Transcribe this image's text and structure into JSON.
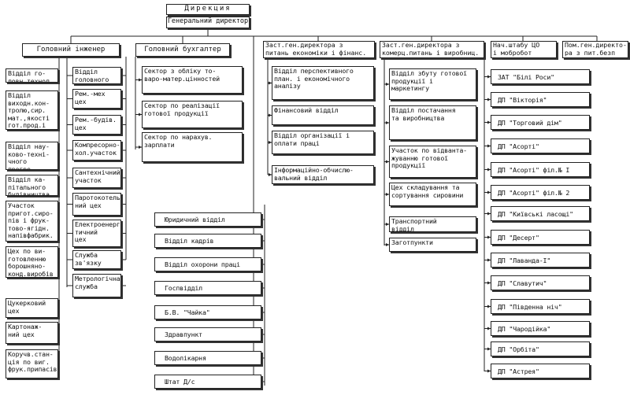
{
  "title": "Дирекция",
  "general_director": "Генеральний директор",
  "heads": {
    "chief_engineer": "Головний інженер",
    "chief_accountant": "Головний бухгалтер",
    "deputy_econ": "Заст.ген.директора з\nпитань економіки і фінанс.",
    "deputy_commerce": "Заст.ген.директора з\nкомерц.питань і виробниц.",
    "chief_staff": "Нач.штабу ЦО\nі мобробот",
    "assistant": "Пом.ген.директо-\nра з пит.безп"
  },
  "engineer_left": [
    "Відділ го-\nловн.технол.",
    "Відділ\nвиходн.кон-\nтролю,сир.\nмат.,якості\nгот.прод.і\nдозиметр.",
    "Відділ нау-\nково-техні-\nчного прогре-\nсу",
    "Відділ ка-\nпітального\nбудівництва",
    "Участок\nпригот.сиро-\nпів і фрук-\nтово-ягідн.\nнапівфабрик.\nатів",
    "Цех по ви-\nготовленню\nборошняно-\nконд.виробів",
    "Цукерковий\nцех",
    "Картонаж-\nний цех",
    "Коручв.стан-\nція по виг.\nфрук.припасів"
  ],
  "engineer_right": [
    "Відділ головного\nмеханіка",
    "Рем.-мех\nцех",
    "Рем.-будів.\nцех",
    "Компресорно-\nхол.участок",
    "Сантехнічний\nучасток",
    "Паротокотель-\nний цех",
    "Електроенерге-\nтичний\nцех",
    "Служба\nзв'язку",
    "Метрологічна\nслужба"
  ],
  "accountant_sectors": [
    "Сектор з обліку то-\nваро-матер.цінностей",
    "Сектор по реалізації\nготової продукції",
    "Сектор по нарахув.\nзарплати"
  ],
  "general_units": [
    "Юридичний відділ",
    "Відділ кадрів",
    "Відділ охорони праці",
    "Госпвідділ",
    "Б.В. \"Чайка\"",
    "Здравпункт",
    "Водолікарня",
    "Штат Д/с"
  ],
  "econ_units": [
    "Відділ перспективного\nплан. і економічного\nаналізу",
    "Фінансовий відділ",
    "Відділ організації і\nоплати праці",
    "Інформаційно-обчислю-\nвальний відділ"
  ],
  "commerce_units": [
    "Відділ збуту готової\nпродукції і маркетингу",
    "Відділ постачання\nта виробництва",
    "Участок по відванта-\nжуванню готової\nпродукції",
    "Цех складування та\nсортування сировини",
    "Транспортний\nвідділ",
    "Заготпункти"
  ],
  "subsidiaries": [
    "ЗАТ \"Білі Роси\"",
    "ДП \"Вікторія\"",
    "ДП \"Торговий дім\"",
    "ДП \"Асорті\"",
    "ДП \"Асорті\" філ.№ І",
    "ДП \"Асорті\" філ.№ 2",
    "ДП \"Київські ласощі\"",
    "ДП \"Десерт\"",
    "ДП \"Лаванда-І\"",
    "ДП \"Славутич\"",
    "ДП \"Південна ніч\"",
    "ДП \"Чародійка\"",
    "ДП \"Орбіта\"",
    "ДП \"Астрея\""
  ]
}
